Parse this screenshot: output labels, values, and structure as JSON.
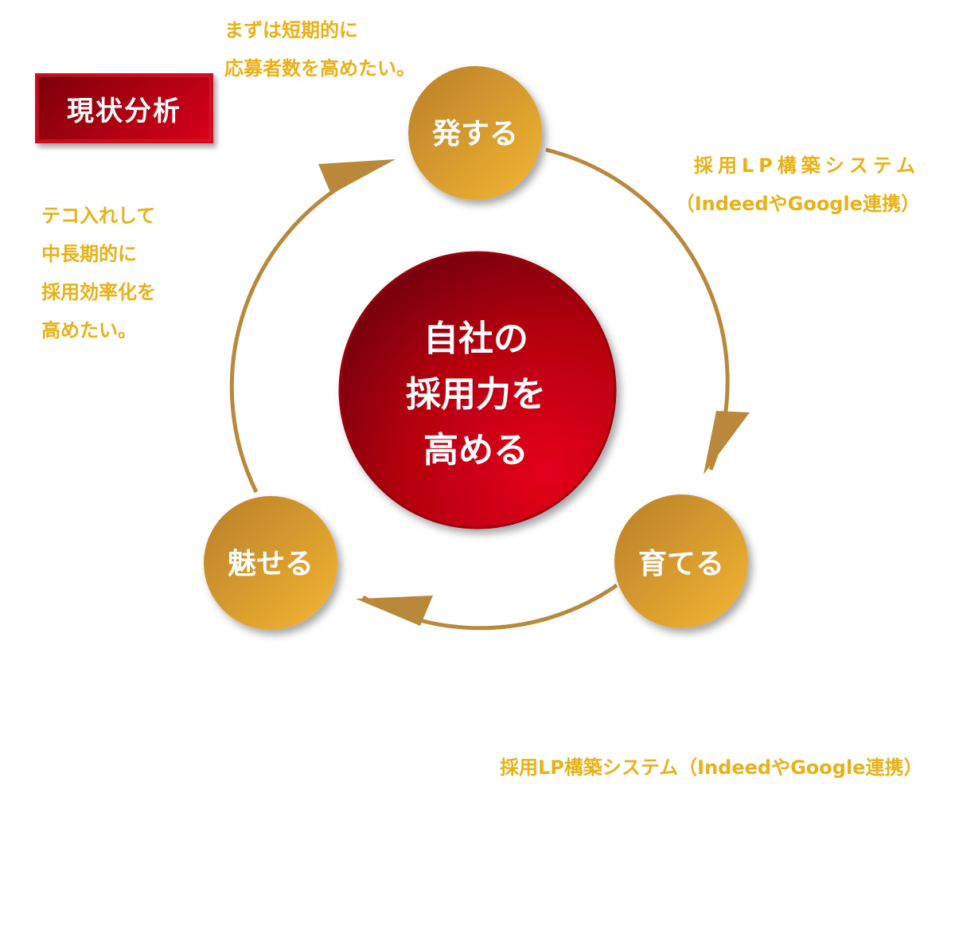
{
  "badge": {
    "label": "現状分析"
  },
  "center": {
    "lines": [
      "自社の",
      "採用力を",
      "高める"
    ]
  },
  "nodes": {
    "top": "発する",
    "right": "育てる",
    "left": "魅せる"
  },
  "notes": {
    "top": [
      "まずは短期的に",
      "応募者数を高めたい。"
    ],
    "right": [
      "採用LP構築システム",
      "（IndeedやGoogle連携）"
    ],
    "left": [
      "テコ入れして",
      "中長期的に",
      "採用効率化を",
      "高めたい。"
    ],
    "bottom": "採用LP構築システム（IndeedやGoogle連携）"
  },
  "colors": {
    "accent_yellow": "#e9b116",
    "arrow_brown": "#b9883a",
    "node_gold_light": "#f1b22e",
    "node_gold_dark": "#b87f2b",
    "center_red": "#d0001a",
    "center_red_dark": "#6e000a"
  }
}
